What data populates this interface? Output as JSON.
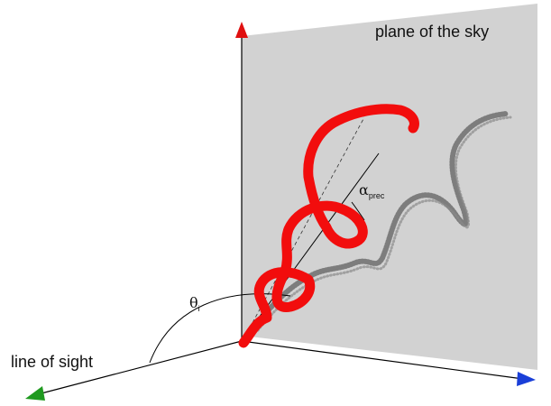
{
  "labels": {
    "plane": "plane of the sky",
    "line_of_sight": "line of sight",
    "theta_symbol": "θ",
    "theta_sub": "i",
    "alpha_symbol": "α",
    "alpha_sub": "prec"
  },
  "colors": {
    "plane_fill": "#d2d2d2",
    "helix": "#f20d0d",
    "axis_green": "#1f9a1f",
    "axis_red": "#e01010",
    "axis_blue": "#1a3fd8",
    "projection_dots": "#6e6e6e"
  }
}
